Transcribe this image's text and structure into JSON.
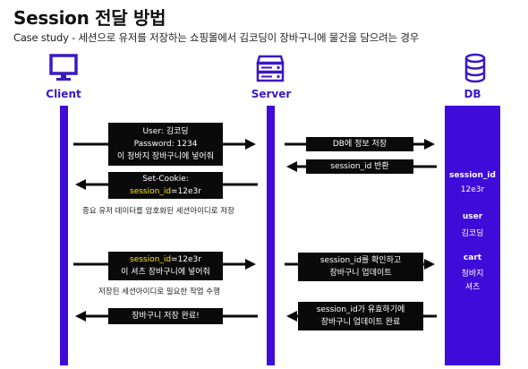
{
  "header": {
    "title": "Session 전달 방법",
    "subtitle": "Case study - 세션으로 유저를 저장하는 쇼핑몰에서 김코딩이 장바구니에 물건을 담으려는 경우"
  },
  "lanes": {
    "client": "Client",
    "server": "Server",
    "db": "DB"
  },
  "messages": {
    "m1": {
      "line1": "User: 김코딩",
      "line2": "Password: 1234",
      "line3": "이 청바지 장바구니에 넣어줘"
    },
    "m2": "DB에 정보 저장",
    "m3": "session_id 반환",
    "m4": {
      "line1": "Set-Cookie:",
      "key": "session_id",
      "value": "=12e3r"
    },
    "note1": "중요 유저 데이터를 암호화된 세션아이디로 저장",
    "m5": {
      "key": "session_id",
      "value": "=12e3r",
      "line2": "이 셔츠 장바구니에 넣어줘"
    },
    "note2": "저장된 세션아이디로 필요한 작업 수행",
    "m6": {
      "line1": "session_id를 확인하고",
      "line2": "장바구니 업데이트"
    },
    "m7": {
      "line1": "session_id가 유효하기에",
      "line2": "장바구니 업데이트 완료"
    },
    "m8": "장바구니 저장 완료!"
  },
  "db_store": {
    "session_key": "session_id",
    "session_val": "12e3r",
    "user_key": "user",
    "user_val": "김코딩",
    "cart_key": "cart",
    "cart_val1": "청바지",
    "cart_val2": "셔츠"
  },
  "colors": {
    "accent": "#3e0bd8",
    "label": "#3a18c4",
    "box": "#0a0a0a",
    "highlight": "#ffe600"
  },
  "icons": [
    "monitor-icon",
    "server-icon",
    "database-icon"
  ]
}
